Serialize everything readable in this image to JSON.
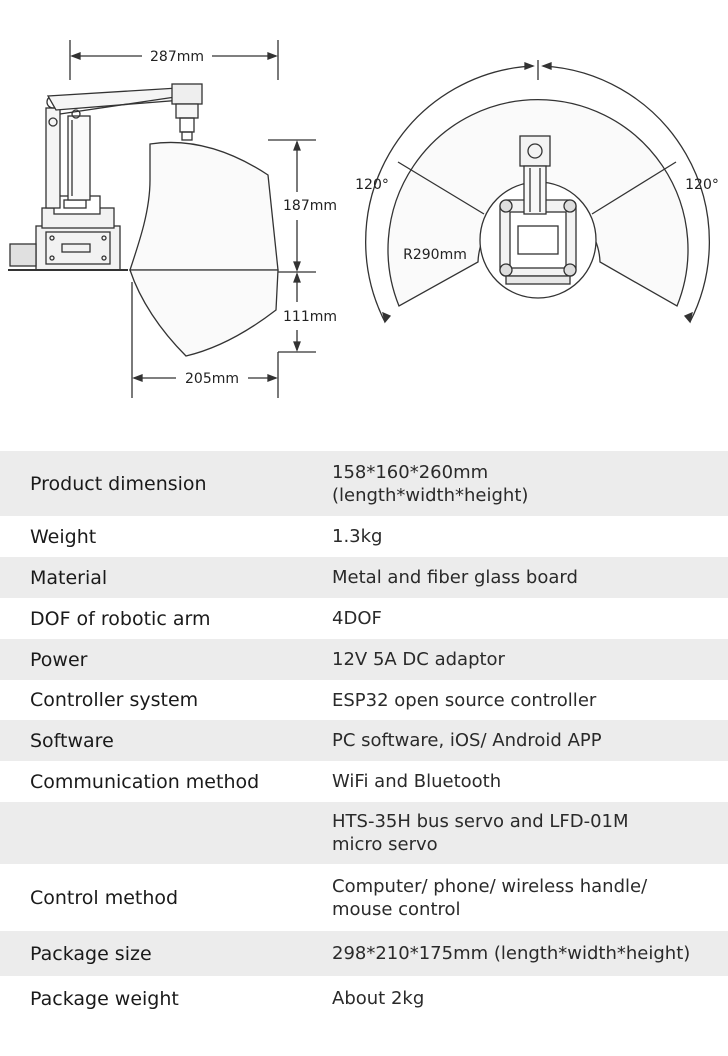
{
  "diagram": {
    "dim_width": "287mm",
    "dim_height_upper": "187mm",
    "dim_height_lower": "111mm",
    "dim_reach": "205mm",
    "angle_left": "120°",
    "angle_right": "120°",
    "radius": "R290mm"
  },
  "specs": [
    {
      "label": "Product dimension",
      "value": [
        "158*160*260mm",
        "(length*width*height)"
      ]
    },
    {
      "label": "Weight",
      "value": [
        "1.3kg"
      ]
    },
    {
      "label": "Material",
      "value": [
        "Metal and fiber glass board"
      ]
    },
    {
      "label": "DOF of robotic arm",
      "value": [
        "4DOF"
      ]
    },
    {
      "label": "Power",
      "value": [
        "12V 5A DC adaptor"
      ]
    },
    {
      "label": "Controller system",
      "value": [
        "ESP32 open source controller"
      ]
    },
    {
      "label": "Software",
      "value": [
        "PC software, iOS/ Android APP"
      ]
    },
    {
      "label": "Communication method",
      "value": [
        "WiFi and Bluetooth"
      ]
    },
    {
      "label": "",
      "value": [
        "HTS-35H bus servo and LFD-01M",
        "micro servo"
      ]
    },
    {
      "label": "Control method",
      "value": [
        "Computer/ phone/ wireless handle/",
        "mouse control"
      ]
    },
    {
      "label": "Package size",
      "value": [
        "298*210*175mm (length*width*height)"
      ]
    },
    {
      "label": "Package weight",
      "value": [
        "About 2kg"
      ]
    }
  ]
}
